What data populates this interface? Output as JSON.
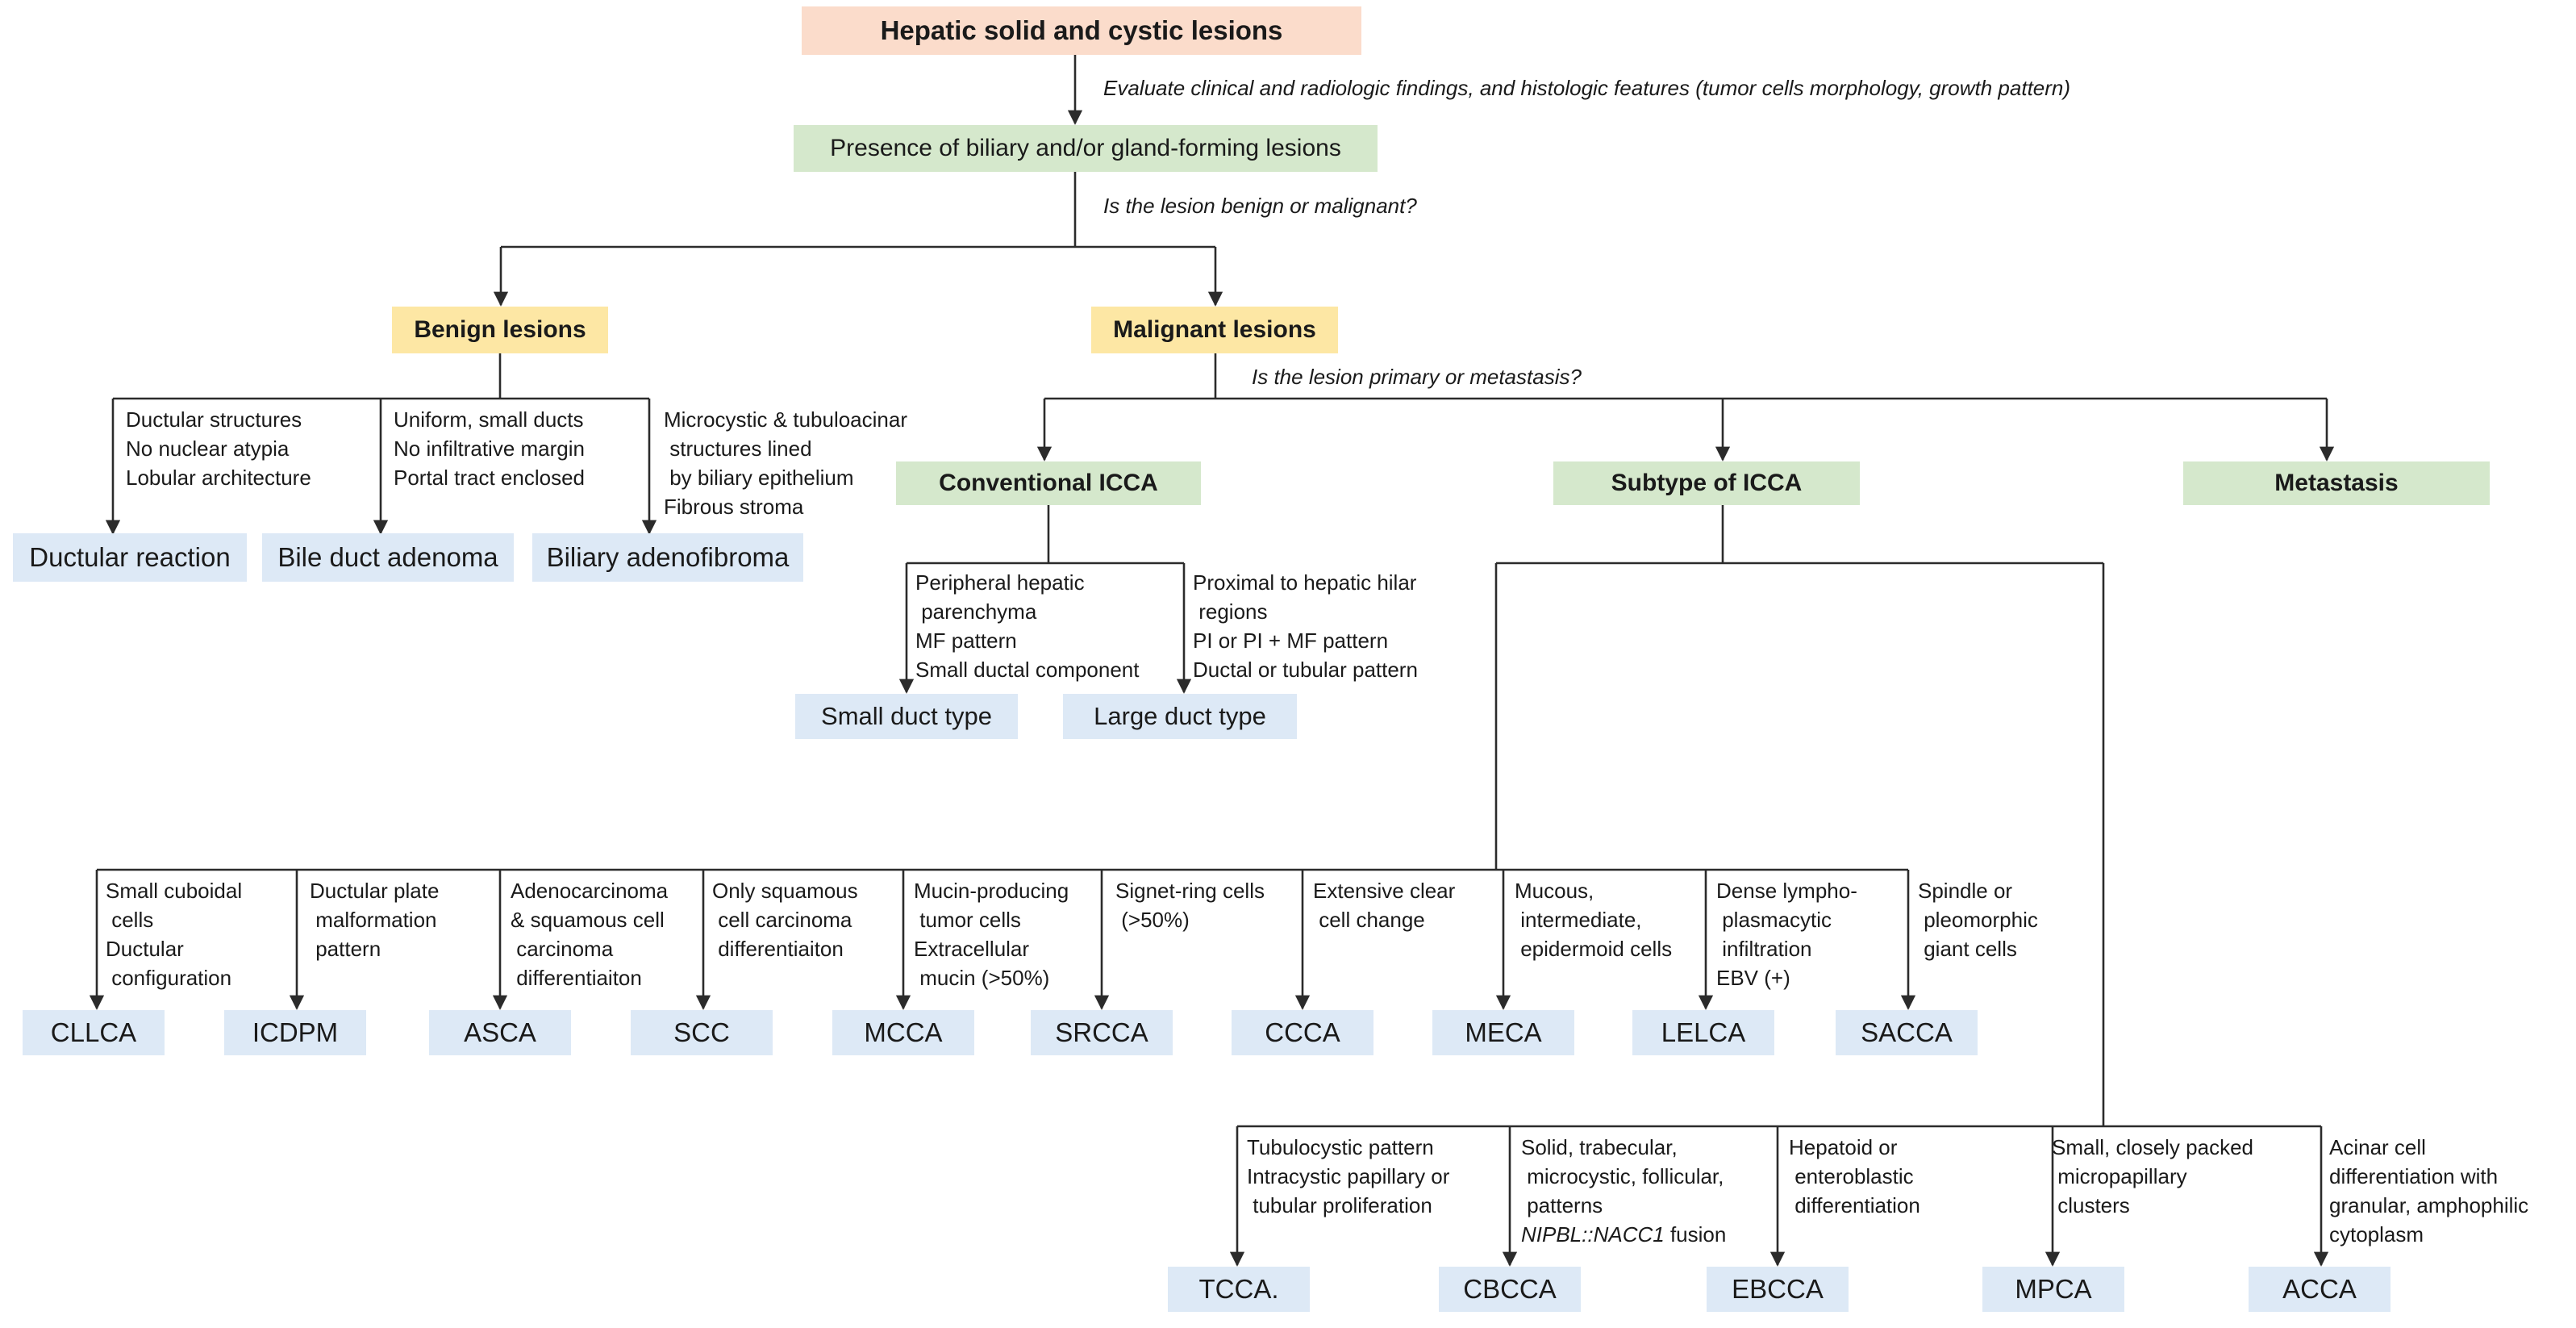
{
  "colors": {
    "root_fill": "#fbdccb",
    "green_fill": "#d5e8cc",
    "yellow_fill": "#fde7a4",
    "blue_fill": "#dde9f6",
    "line": "#2b2b2b"
  },
  "root": "Hepatic solid and cystic lesions",
  "q1": "Evaluate clinical and radiologic findings, and histologic features (tumor cells morphology, growth pattern)",
  "presence": "Presence of biliary and/or gland-forming lesions",
  "q2": "Is the lesion benign or  malignant?",
  "benign": "Benign lesions",
  "malignant": "Malignant lesions",
  "q3": "Is the lesion primary or metastasis?",
  "benign_branches": [
    {
      "criteria": "Ductular structures\nNo nuclear atypia\nLobular architecture",
      "label": "Ductular reaction"
    },
    {
      "criteria": "Uniform, small ducts\nNo infiltrative margin\nPortal tract enclosed",
      "label": "Bile duct adenoma"
    },
    {
      "criteria": "Microcystic & tubuloacinar\n structures lined\n by biliary epithelium\nFibrous stroma",
      "label": "Biliary adenofibroma"
    }
  ],
  "conventional": "Conventional ICCA",
  "subtype": "Subtype of ICCA",
  "metastasis": "Metastasis",
  "conventional_branches": [
    {
      "criteria": "Peripheral hepatic\n parenchyma\nMF pattern\nSmall ductal component",
      "label": "Small duct type"
    },
    {
      "criteria": "Proximal to hepatic hilar\n regions\nPI or PI + MF pattern\nDuctal or tubular pattern",
      "label": "Large duct type"
    }
  ],
  "subtypes_row1": [
    {
      "criteria": "Small cuboidal\n cells\nDuctular\n configuration",
      "label": "CLLCA"
    },
    {
      "criteria": "Ductular plate\n malformation\n pattern",
      "label": "ICDPM"
    },
    {
      "criteria": "Adenocarcinoma\n& squamous cell\n carcinoma\n differentiaiton",
      "label": "ASCA"
    },
    {
      "criteria": "Only squamous\n cell carcinoma\n differentiaiton",
      "label": "SCC"
    },
    {
      "criteria": "Mucin-producing\n tumor cells\nExtracellular\n mucin (>50%)",
      "label": "MCCA"
    },
    {
      "criteria": "Signet-ring cells\n (>50%)",
      "label": "SRCCA"
    },
    {
      "criteria": "Extensive clear\n cell change",
      "label": "CCCA"
    },
    {
      "criteria": "Mucous,\n intermediate,\n epidermoid cells",
      "label": "MECA"
    },
    {
      "criteria": "Dense lympho-\n plasmacytic\n infiltration\nEBV (+)",
      "label": "LELCA"
    },
    {
      "criteria": "Spindle or\n pleomorphic\n giant cells",
      "label": "SACCA"
    }
  ],
  "subtypes_row2": [
    {
      "criteria": "Tubulocystic pattern\nIntracystic papillary or\n tubular proliferation",
      "label": "TCCA."
    },
    {
      "criteria": "Solid, trabecular,\n microcystic, follicular,\n patterns",
      "fusion_gene": "NIPBL::NACC1",
      "fusion_suffix": " fusion",
      "label": "CBCCA"
    },
    {
      "criteria": "Hepatoid or\n enteroblastic\n differentiation",
      "label": "EBCCA"
    },
    {
      "criteria": "Small, closely packed\n micropapillary\n clusters",
      "label": "MPCA"
    },
    {
      "criteria": "Acinar cell\ndifferentiation with\ngranular, amphophilic\ncytoplasm",
      "label": "ACCA"
    }
  ]
}
